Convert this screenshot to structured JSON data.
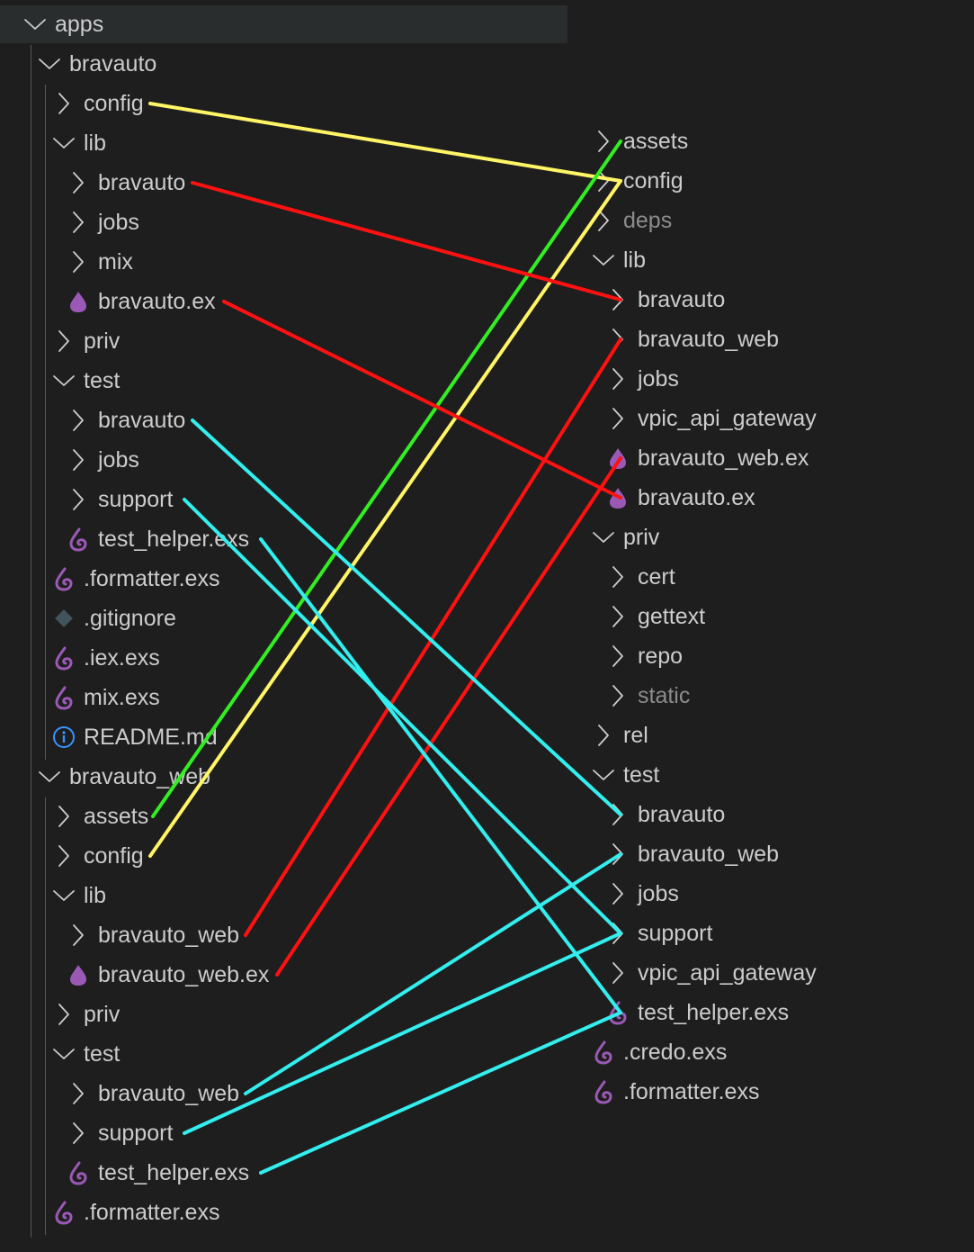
{
  "left_tree": [
    {
      "label": "apps",
      "icon": "chevron-down-icon"
    },
    {
      "label": "bravauto",
      "icon": "chevron-down-icon"
    },
    {
      "label": "config",
      "icon": "chevron-right-icon"
    },
    {
      "label": "lib",
      "icon": "chevron-down-icon"
    },
    {
      "label": "bravauto",
      "icon": "chevron-right-icon"
    },
    {
      "label": "jobs",
      "icon": "chevron-right-icon"
    },
    {
      "label": "mix",
      "icon": "chevron-right-icon"
    },
    {
      "label": "bravauto.ex",
      "icon": "elixir-drop-icon"
    },
    {
      "label": "priv",
      "icon": "chevron-right-icon"
    },
    {
      "label": "test",
      "icon": "chevron-down-icon"
    },
    {
      "label": "bravauto",
      "icon": "chevron-right-icon"
    },
    {
      "label": "jobs",
      "icon": "chevron-right-icon"
    },
    {
      "label": "support",
      "icon": "chevron-right-icon"
    },
    {
      "label": "test_helper.exs",
      "icon": "elixir-script-icon"
    },
    {
      "label": ".formatter.exs",
      "icon": "elixir-script-icon"
    },
    {
      "label": ".gitignore",
      "icon": "git-icon"
    },
    {
      "label": ".iex.exs",
      "icon": "elixir-script-icon"
    },
    {
      "label": "mix.exs",
      "icon": "elixir-script-icon"
    },
    {
      "label": "README.md",
      "icon": "info-icon"
    },
    {
      "label": "bravauto_web",
      "icon": "chevron-down-icon"
    },
    {
      "label": "assets",
      "icon": "chevron-right-icon"
    },
    {
      "label": "config",
      "icon": "chevron-right-icon"
    },
    {
      "label": "lib",
      "icon": "chevron-down-icon"
    },
    {
      "label": "bravauto_web",
      "icon": "chevron-right-icon"
    },
    {
      "label": "bravauto_web.ex",
      "icon": "elixir-drop-icon"
    },
    {
      "label": "priv",
      "icon": "chevron-right-icon"
    },
    {
      "label": "test",
      "icon": "chevron-down-icon"
    },
    {
      "label": "bravauto_web",
      "icon": "chevron-right-icon"
    },
    {
      "label": "support",
      "icon": "chevron-right-icon"
    },
    {
      "label": "test_helper.exs",
      "icon": "elixir-script-icon"
    },
    {
      "label": ".formatter.exs",
      "icon": "elixir-script-icon"
    }
  ],
  "right_tree": [
    {
      "label": "assets",
      "icon": "chevron-right-icon"
    },
    {
      "label": "config",
      "icon": "chevron-right-icon"
    },
    {
      "label": "deps",
      "icon": "chevron-right-icon",
      "dim": true
    },
    {
      "label": "lib",
      "icon": "chevron-down-icon"
    },
    {
      "label": "bravauto",
      "icon": "chevron-right-icon"
    },
    {
      "label": "bravauto_web",
      "icon": "chevron-right-icon"
    },
    {
      "label": "jobs",
      "icon": "chevron-right-icon"
    },
    {
      "label": "vpic_api_gateway",
      "icon": "chevron-right-icon"
    },
    {
      "label": "bravauto_web.ex",
      "icon": "elixir-drop-icon"
    },
    {
      "label": "bravauto.ex",
      "icon": "elixir-drop-icon"
    },
    {
      "label": "priv",
      "icon": "chevron-down-icon"
    },
    {
      "label": "cert",
      "icon": "chevron-right-icon"
    },
    {
      "label": "gettext",
      "icon": "chevron-right-icon"
    },
    {
      "label": "repo",
      "icon": "chevron-right-icon"
    },
    {
      "label": "static",
      "icon": "chevron-right-icon",
      "dim": true
    },
    {
      "label": "rel",
      "icon": "chevron-right-icon"
    },
    {
      "label": "test",
      "icon": "chevron-down-icon"
    },
    {
      "label": "bravauto",
      "icon": "chevron-right-icon"
    },
    {
      "label": "bravauto_web",
      "icon": "chevron-right-icon"
    },
    {
      "label": "jobs",
      "icon": "chevron-right-icon"
    },
    {
      "label": "support",
      "icon": "chevron-right-icon"
    },
    {
      "label": "vpic_api_gateway",
      "icon": "chevron-right-icon"
    },
    {
      "label": "test_helper.exs",
      "icon": "elixir-script-icon"
    },
    {
      "label": ".credo.exs",
      "icon": "elixir-script-icon"
    },
    {
      "label": ".formatter.exs",
      "icon": "elixir-script-icon"
    }
  ],
  "colors": {
    "background": "#1e1e1e",
    "header_highlight": "#2a2d2e",
    "text": "#cccccc",
    "dim_text": "#8c8c8c",
    "elixir": "#9b59b6",
    "info": "#3794ff",
    "git": "#41535b"
  },
  "connections": [
    {
      "from": 2,
      "to": 1,
      "color": "#fff566"
    },
    {
      "from": 20,
      "to": 0,
      "color": "#33ee22"
    },
    {
      "from": 21,
      "to": 1,
      "color": "#fff566"
    },
    {
      "from": 4,
      "to": 4,
      "color": "#ff1111"
    },
    {
      "from": 7,
      "to": 9,
      "color": "#ff1111"
    },
    {
      "from": 23,
      "to": 5,
      "color": "#ff1111"
    },
    {
      "from": 24,
      "to": 8,
      "color": "#ff1111"
    },
    {
      "from": 10,
      "to": 17,
      "color": "#33eeee"
    },
    {
      "from": 12,
      "to": 20,
      "color": "#33eeee"
    },
    {
      "from": 13,
      "to": 22,
      "color": "#33eeee"
    },
    {
      "from": 27,
      "to": 18,
      "color": "#33eeee"
    },
    {
      "from": 28,
      "to": 20,
      "color": "#33eeee"
    },
    {
      "from": 29,
      "to": 22,
      "color": "#33eeee"
    }
  ]
}
